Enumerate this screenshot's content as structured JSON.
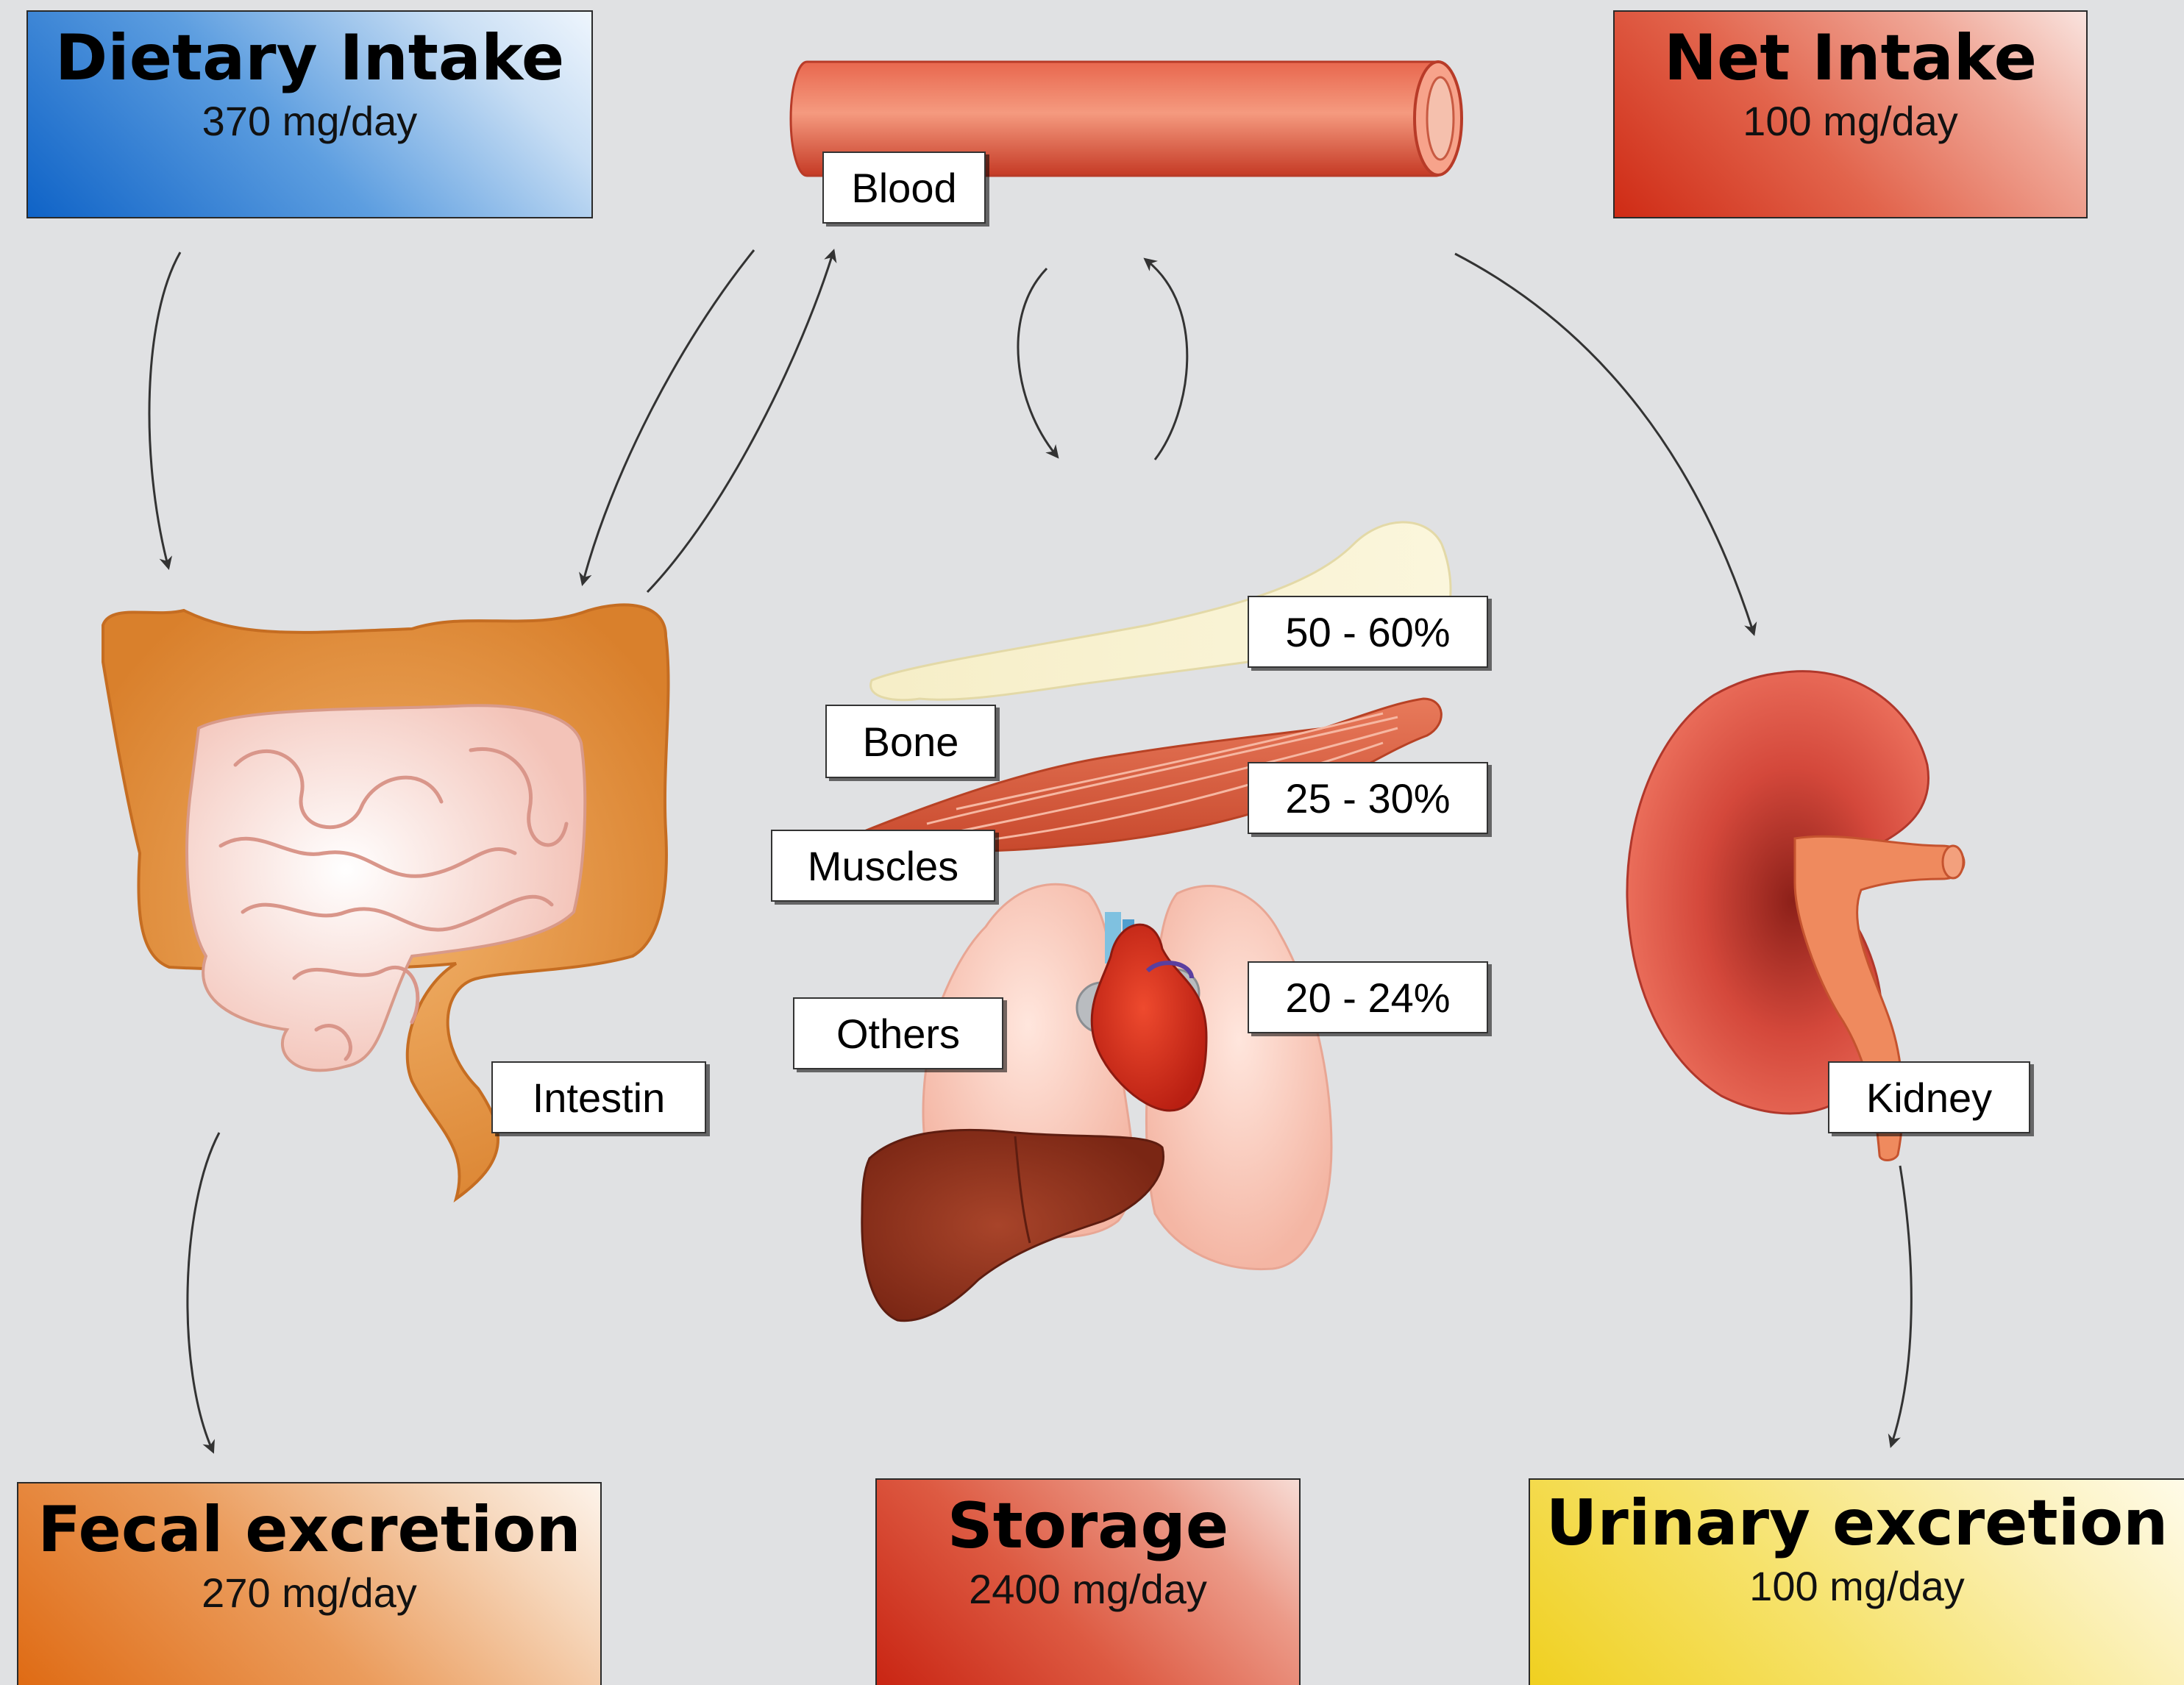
{
  "boxes": {
    "dietary_intake": {
      "title": "Dietary Intake",
      "value": "370 mg/day"
    },
    "net_intake": {
      "title": "Net Intake",
      "value": "100 mg/day"
    },
    "fecal_excretion": {
      "title": "Fecal excretion",
      "value": "270 mg/day"
    },
    "storage": {
      "title": "Storage",
      "value": "2400 mg/day"
    },
    "urinary_excretion": {
      "title": "Urinary excretion",
      "value": "100 mg/day"
    }
  },
  "labels": {
    "blood": "Blood",
    "bone": "Bone",
    "muscles": "Muscles",
    "others": "Others",
    "intestin": "Intestin",
    "kidney": "Kidney",
    "bone_pct": "50 - 60%",
    "muscles_pct": "25 - 30%",
    "others_pct": "20 - 24%"
  },
  "colors": {
    "background": "#e0e1e3",
    "dietary_intake": "#1f6fc9",
    "net_intake": "#d33a22",
    "fecal_excretion": "#e57a21",
    "storage": "#d33a22",
    "urinary_excretion": "#f0d330",
    "arrows": "#333333"
  }
}
